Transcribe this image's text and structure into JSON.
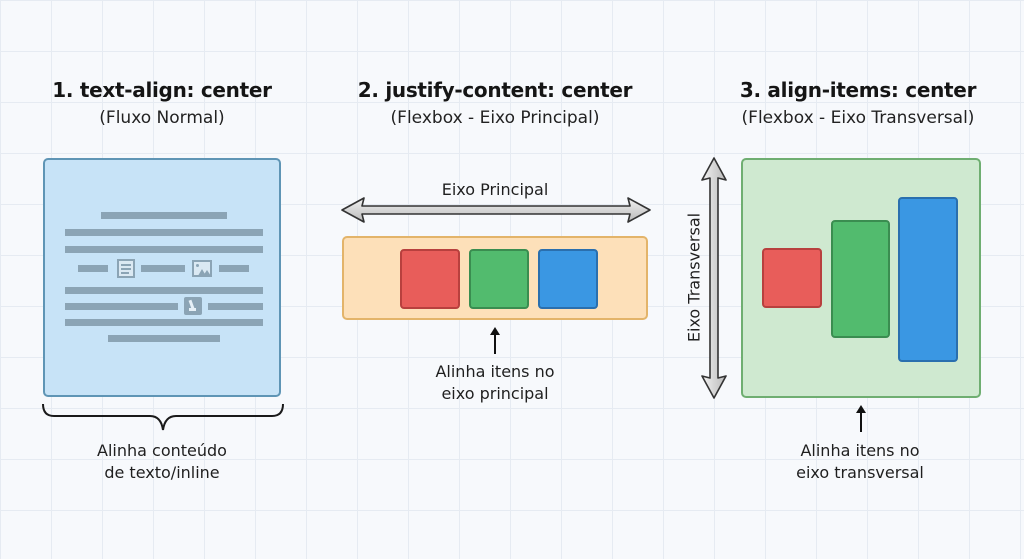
{
  "panels": [
    {
      "title": "1. text-align: center",
      "subtitle": "(Fluxo Normal)",
      "caption": [
        "Alinha conteúdo",
        "de texto/inline"
      ],
      "box_color": "#c7e3f7",
      "icons": [
        "document-icon",
        "image-icon",
        "person-icon"
      ]
    },
    {
      "title": "2. justify-content: center",
      "subtitle": "(Flexbox - Eixo Principal)",
      "axis_label": "Eixo Principal",
      "caption": [
        "Alinha itens no",
        "eixo principal"
      ],
      "box_color": "#fde0b9",
      "items": [
        "#e85d5a",
        "#52bb6e",
        "#3a97e3"
      ]
    },
    {
      "title": "3. align-items: center",
      "subtitle": "(Flexbox - Eixo Transversal)",
      "axis_label": "Eixo Transversal",
      "caption": [
        "Alinha itens no",
        "eixo transversal"
      ],
      "box_color": "#cfe9d0",
      "items": [
        "#e85d5a",
        "#52bb6e",
        "#3a97e3"
      ]
    }
  ]
}
